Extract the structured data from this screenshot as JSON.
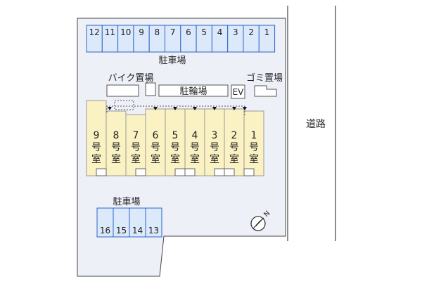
{
  "colors": {
    "site_fill": "#eef0f8",
    "site_stroke": "#444444",
    "parking_fill": "#dce9fb",
    "parking_stroke": "#2b63c9",
    "room_fill": "#fbf2c4",
    "room_stroke": "#999999"
  },
  "labels": {
    "parking_top": "駐車場",
    "parking_bottom": "駐車場",
    "bike": "バイク置場",
    "trash": "ゴミ置場",
    "bicycle": "駐輪場",
    "ev": "EV",
    "road": "道路"
  },
  "top_parking": [
    "12",
    "11",
    "10",
    "9",
    "8",
    "7",
    "6",
    "5",
    "4",
    "3",
    "2",
    "1"
  ],
  "bottom_parking": [
    "16",
    "15",
    "14",
    "13"
  ],
  "rooms": [
    {
      "num": "9",
      "a": "号",
      "b": "室"
    },
    {
      "num": "8",
      "a": "号",
      "b": "室"
    },
    {
      "num": "7",
      "a": "号",
      "b": "室"
    },
    {
      "num": "6",
      "a": "号",
      "b": "室"
    },
    {
      "num": "5",
      "a": "号",
      "b": "室"
    },
    {
      "num": "4",
      "a": "号",
      "b": "室"
    },
    {
      "num": "3",
      "a": "号",
      "b": "室"
    },
    {
      "num": "2",
      "a": "号",
      "b": "室"
    },
    {
      "num": "1",
      "a": "号",
      "b": "室"
    }
  ],
  "compass": {
    "label": "N",
    "icon": "north-arrow-icon"
  }
}
